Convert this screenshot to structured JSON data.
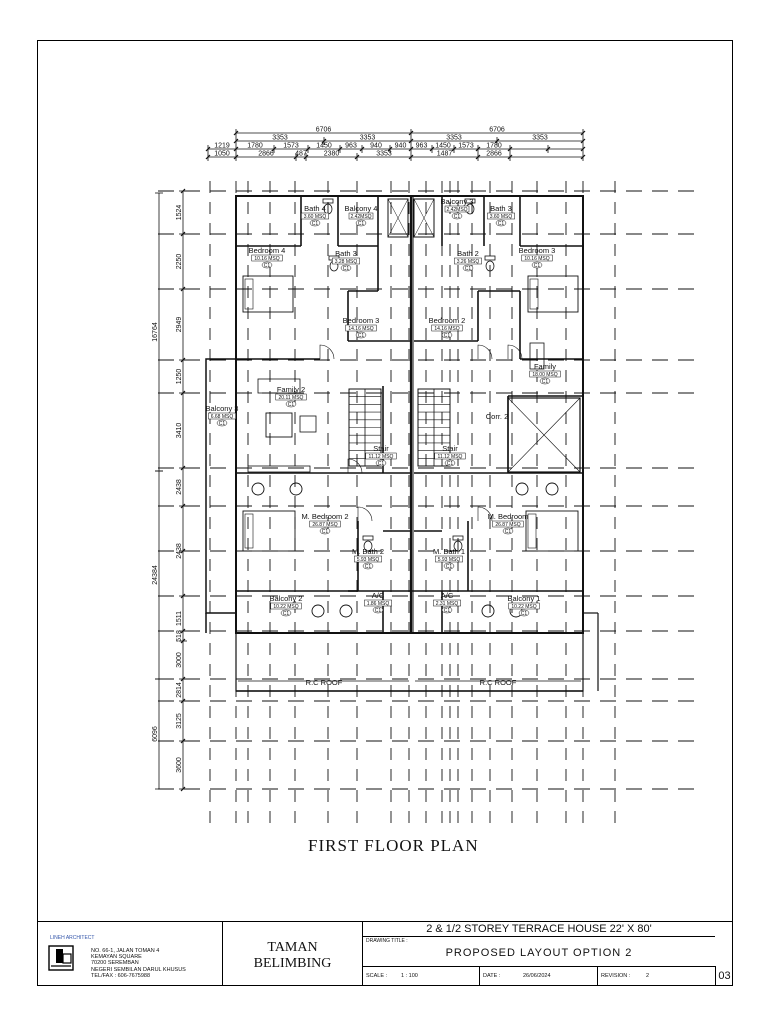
{
  "drawing": {
    "title": "FIRST FLOOR PLAN",
    "top_dims_row1": [
      "6706",
      "6706"
    ],
    "top_dims_row2": [
      "3353",
      "3353",
      "3353",
      "3353"
    ],
    "top_dims_row3": [
      "1219",
      "1780",
      "1573",
      "1450",
      "963",
      "940",
      "940",
      "963",
      "1450",
      "1573",
      "1780"
    ],
    "top_dims_row4": [
      "1050",
      "2866",
      "487",
      "2380",
      "3353",
      "1487",
      "2866"
    ],
    "left_dims_outer": [
      "16764",
      "24384",
      "6096"
    ],
    "left_dims_inner": [
      "1524",
      "2250",
      "2949",
      "1250",
      "3410",
      "2438",
      "2438",
      "1511",
      "518",
      "3000",
      "2814",
      "3125",
      "3600"
    ],
    "rooms": [
      {
        "name": "Balcony 4",
        "area": "2.42MSQ"
      },
      {
        "name": "Balcony 3",
        "area": "2.42MSQ"
      },
      {
        "name": "Bath 4",
        "area": "3.60 MSQ"
      },
      {
        "name": "Bath 3",
        "area": "3.60 MSQ"
      },
      {
        "name": "Bedroom 4",
        "area": "10.16 MSQ"
      },
      {
        "name": "Bedroom 3",
        "area": "10.16 MSQ"
      },
      {
        "name": "Bath 3",
        "area": "3.28 MSQ"
      },
      {
        "name": "Bath 2",
        "area": "3.26 MSQ"
      },
      {
        "name": "Bedroom 3",
        "area": "14.16 MSQ"
      },
      {
        "name": "Bedroom 2",
        "area": "14.16 MSQ"
      },
      {
        "name": "Family 2",
        "area": "20.11 MSQ"
      },
      {
        "name": "Family",
        "area": "18.00 MSQ"
      },
      {
        "name": "Balcony 3",
        "area": "6.68 MSQ"
      },
      {
        "name": "Corr. 2",
        "area": ""
      },
      {
        "name": "Stair",
        "area": "11.12 MSQ"
      },
      {
        "name": "Stair",
        "area": "11.12 MSQ"
      },
      {
        "name": "M. Bedroom 2",
        "area": "26.87 MSQ"
      },
      {
        "name": "M. Bedroom",
        "area": "26.87 MSQ"
      },
      {
        "name": "M. Bath 2",
        "area": "5.93 MSQ"
      },
      {
        "name": "M. Bath 1",
        "area": "5.93 MSQ"
      },
      {
        "name": "Balcony 2",
        "area": "10.22 MSQ"
      },
      {
        "name": "Balcony 1",
        "area": "10.22 MSQ"
      },
      {
        "name": "A/C",
        "area": "1.86 MSQ"
      },
      {
        "name": "A/C",
        "area": "2.31 MSQ"
      },
      {
        "name": "R.C ROOF",
        "area": ""
      },
      {
        "name": "R.C ROOF",
        "area": ""
      }
    ],
    "room_tag": "C1"
  },
  "title_block": {
    "firm": "LINEH ARCHITECT",
    "address_lines": [
      "NO. 66-1, JALAN TOMAN 4",
      "KEMAYAN SQUARE",
      "70200 SEREMBAN",
      "NEGERI SEMBILAN DARUL KHUSUS",
      "TEL/FAX : 606-7675988"
    ],
    "project_lines": [
      "TAMAN",
      "BELIMBING"
    ],
    "project_title": "2 & 1/2 STOREY TERRACE HOUSE 22' X 80'",
    "drawing_title_caption": "DRAWING TITLE :",
    "drawing_title": "PROPOSED LAYOUT OPTION 2",
    "scale_caption": "SCALE :",
    "scale": "1 : 100",
    "date_caption": "DATE :",
    "date": "26/06/2024",
    "revision_caption": "REVISION :",
    "revision": "2",
    "sheet_no": "03"
  }
}
